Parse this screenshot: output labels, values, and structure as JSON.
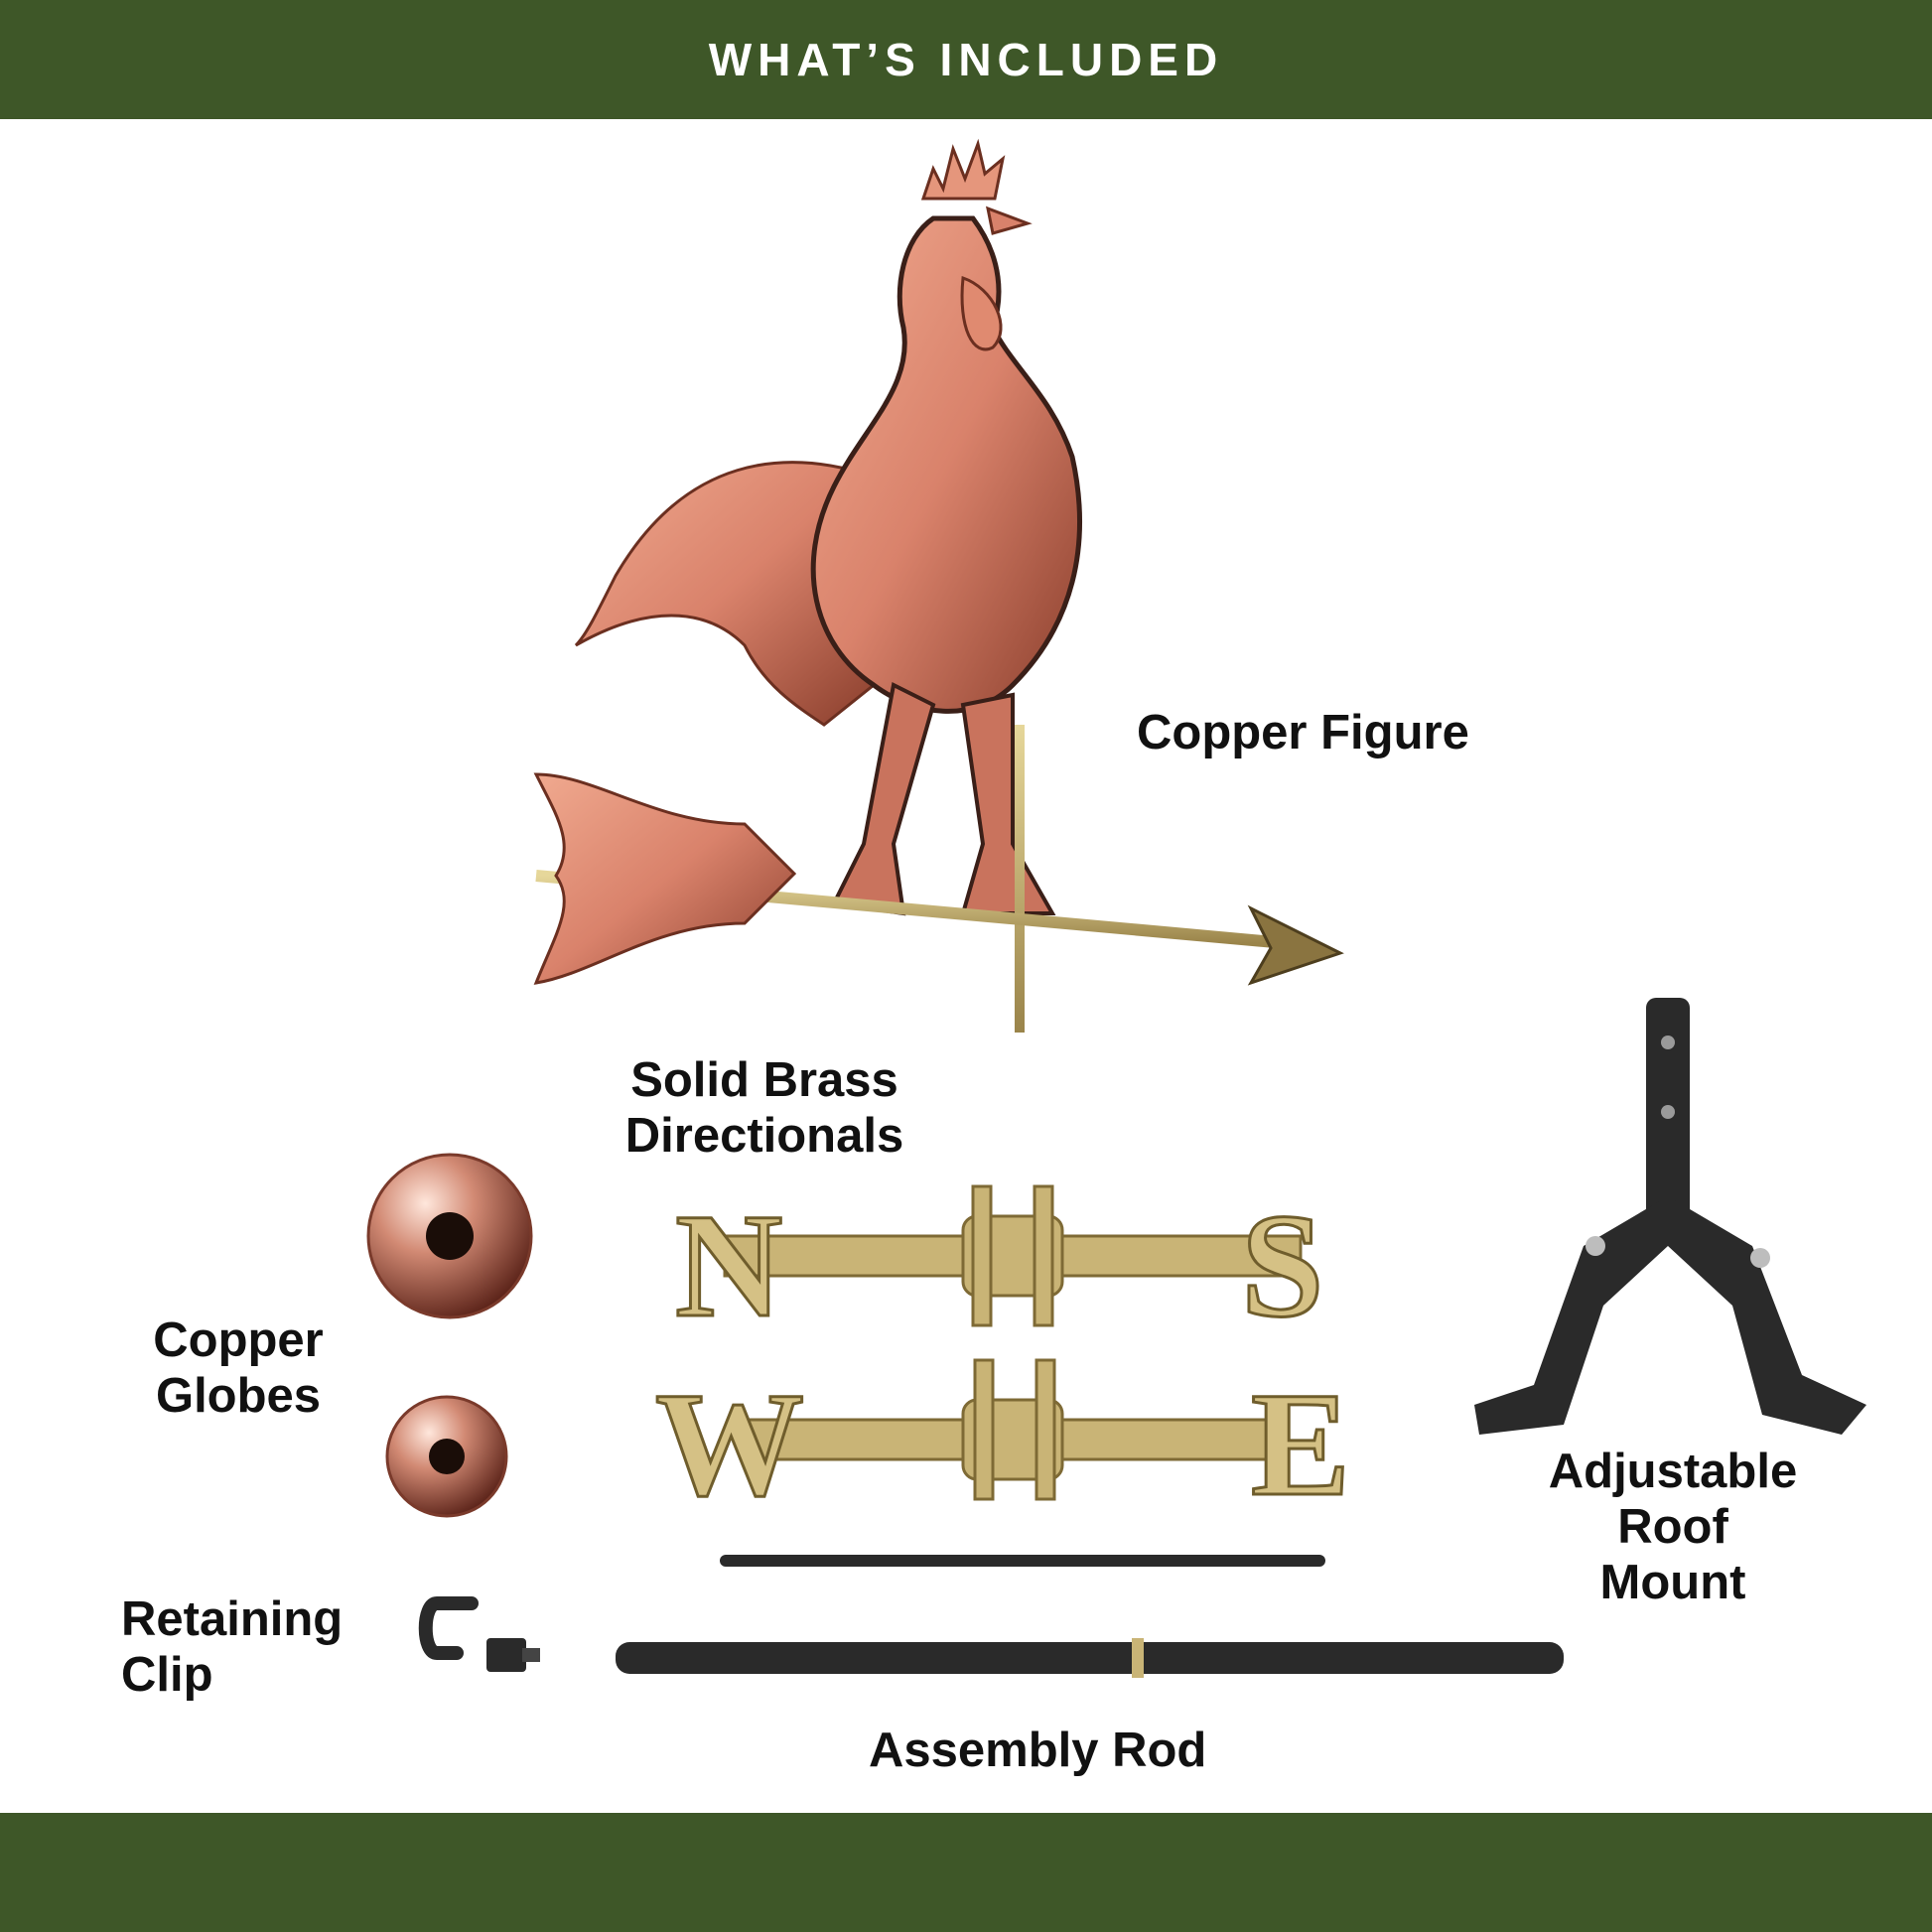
{
  "header": {
    "title": "WHAT’S INCLUDED"
  },
  "labels": {
    "copper_figure": "Copper Figure",
    "brass_directionals": [
      "Solid Brass",
      "Directionals"
    ],
    "copper_globes": [
      "Copper",
      "Globes"
    ],
    "roof_mount": [
      "Adjustable",
      "Roof",
      "Mount"
    ],
    "retaining_clip": [
      "Retaining",
      "Clip"
    ],
    "assembly_rod": "Assembly Rod"
  },
  "directional_letters": {
    "north": "N",
    "south": "S",
    "west": "W",
    "east": "E"
  },
  "colors": {
    "band": "#3e5728",
    "copper": "#d9826b",
    "brass": "#c9b476",
    "black_hardware": "#2a2a2a"
  }
}
